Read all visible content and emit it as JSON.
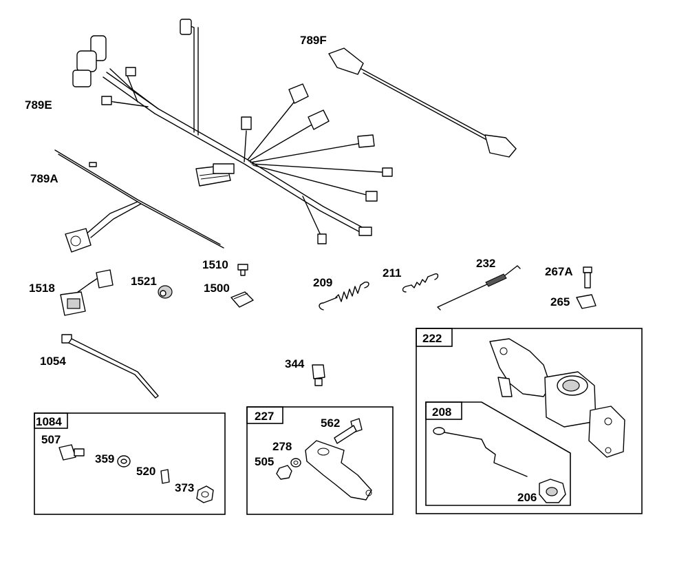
{
  "labels": {
    "p789F": "789F",
    "p789E": "789E",
    "p789A": "789A",
    "p1510": "1510",
    "p1500": "1500",
    "p1518": "1518",
    "p1521": "1521",
    "p209": "209",
    "p211": "211",
    "p232": "232",
    "p267A": "267A",
    "p265": "265",
    "p1054": "1054",
    "p344": "344",
    "p222": "222",
    "p208": "208",
    "p206": "206",
    "p1084": "1084",
    "p507": "507",
    "p359": "359",
    "p520": "520",
    "p373": "373",
    "p227": "227",
    "p562": "562",
    "p278": "278",
    "p505": "505"
  }
}
